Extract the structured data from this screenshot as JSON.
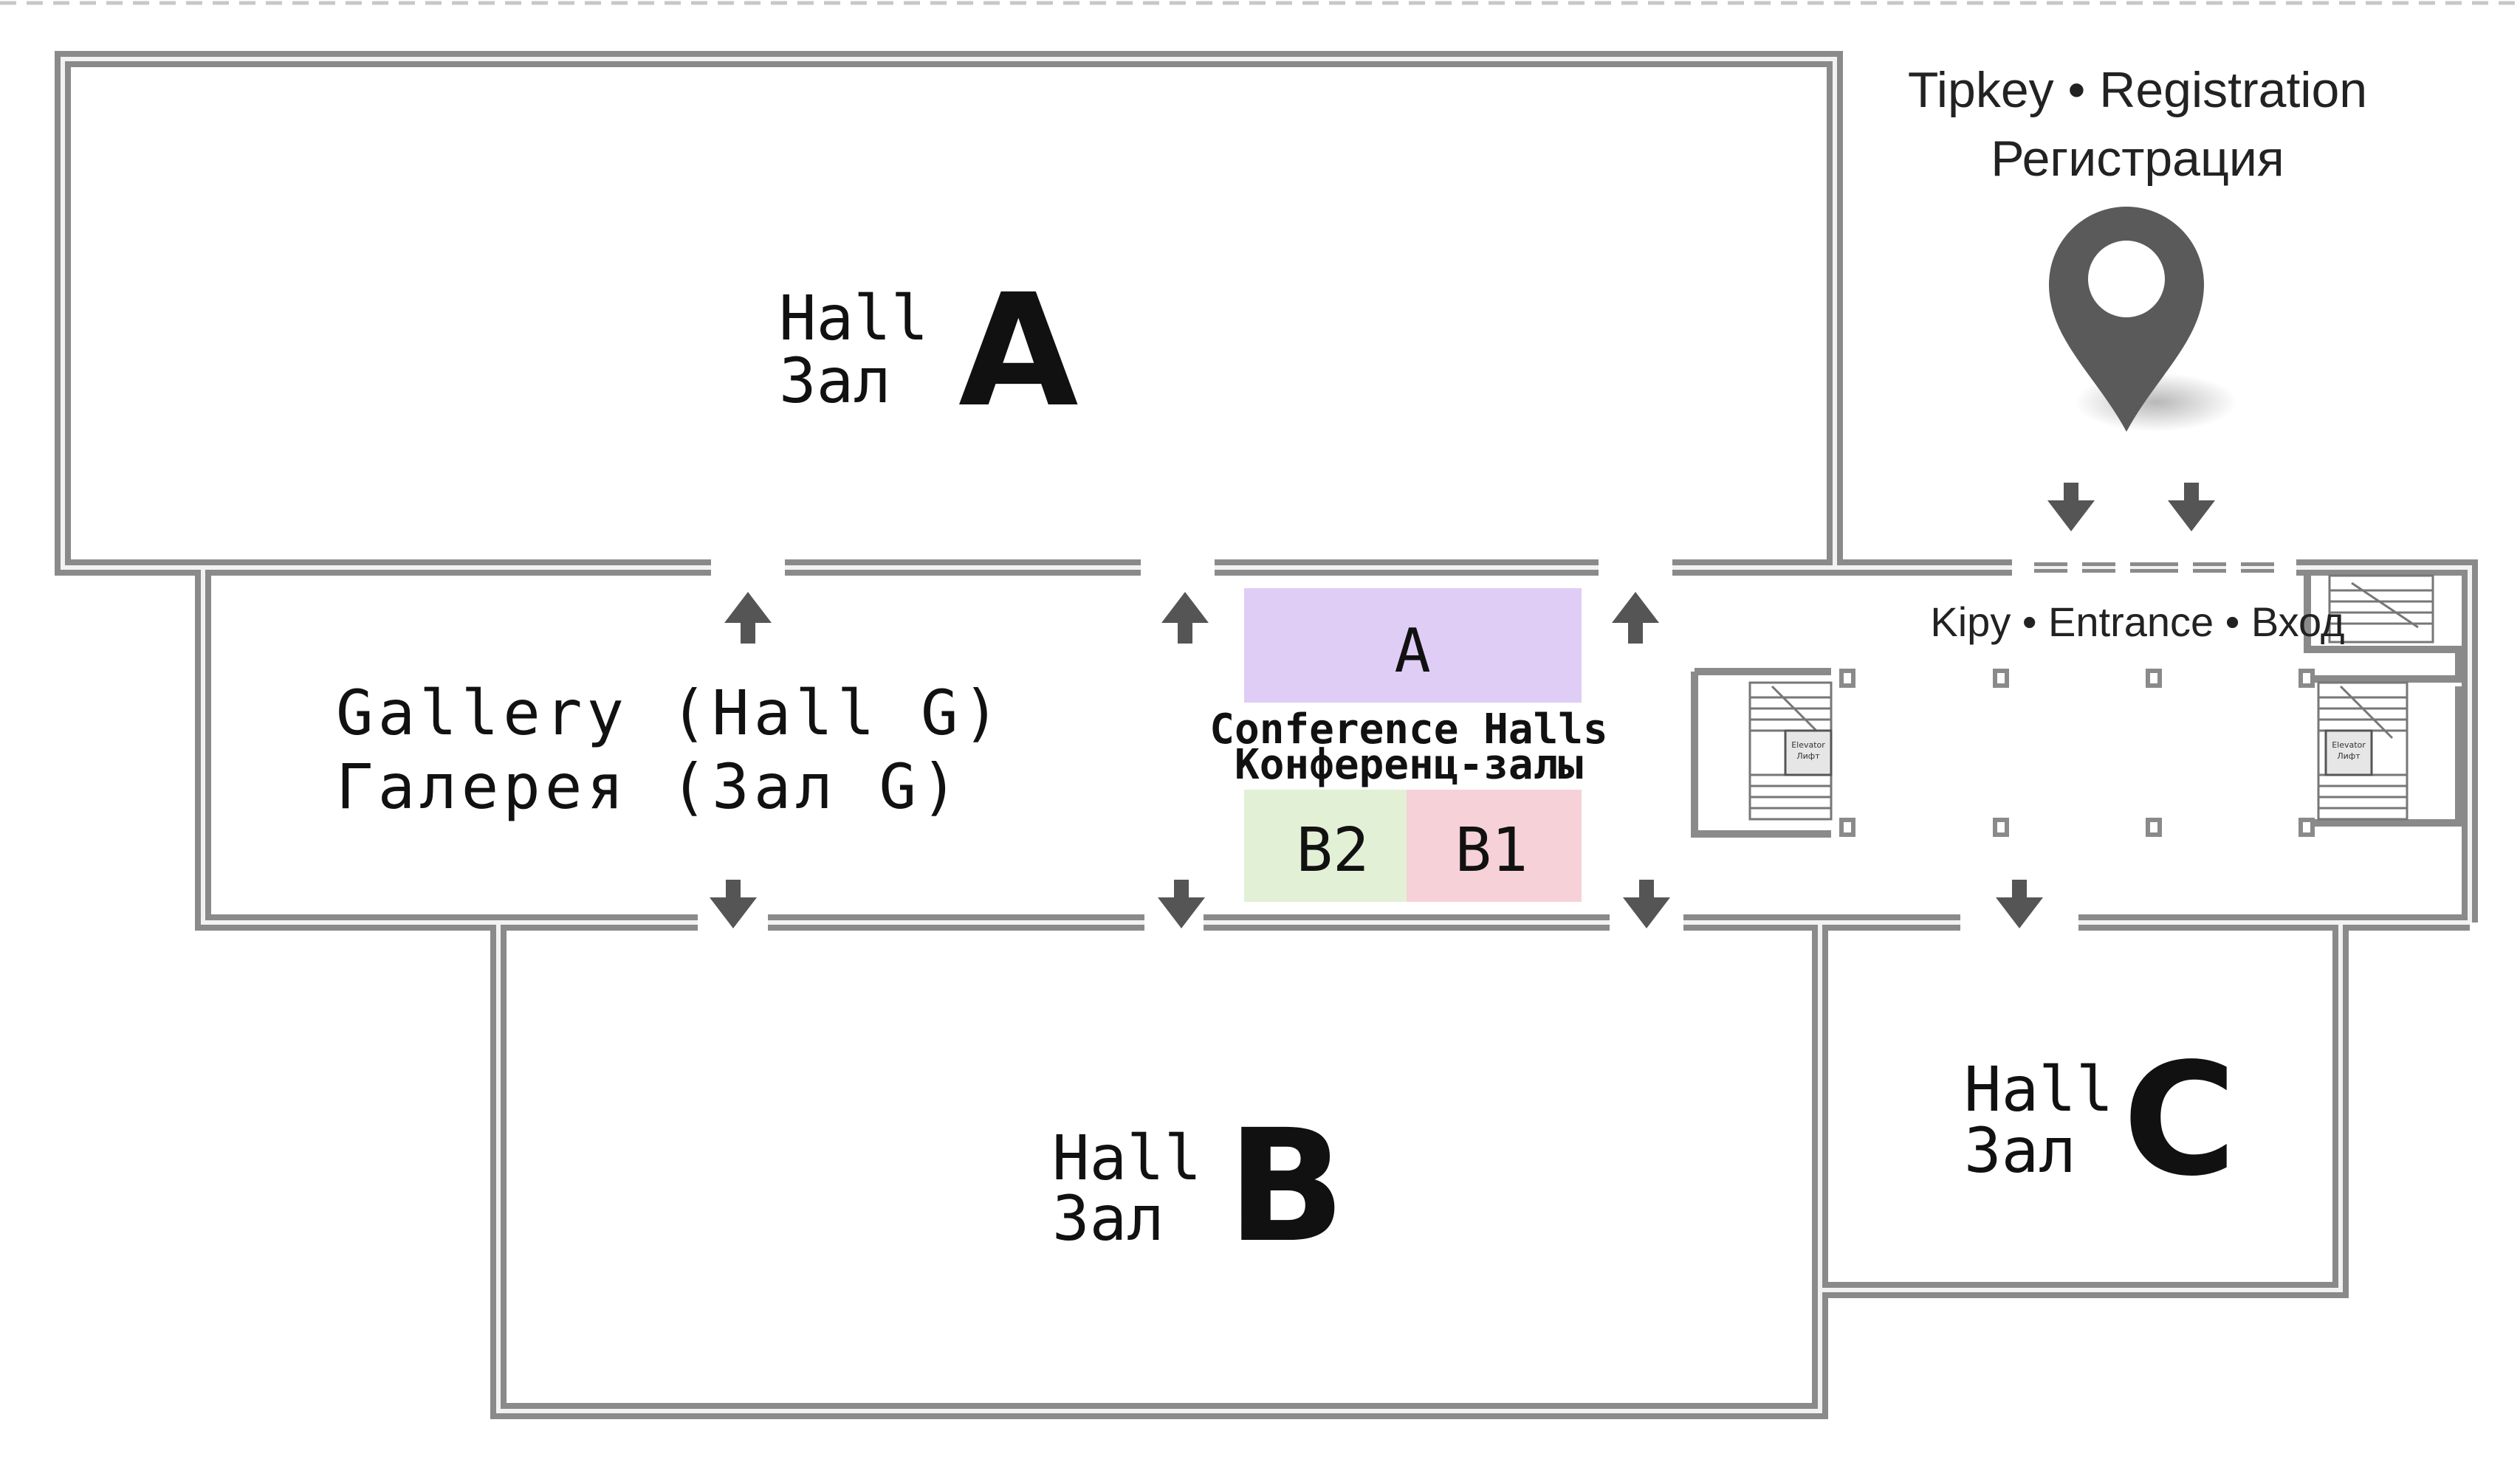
{
  "halls": {
    "a": {
      "word_en": "Hall",
      "word_ru": "Зал",
      "letter": "A"
    },
    "b": {
      "word_en": "Hall",
      "word_ru": "Зал",
      "letter": "B"
    },
    "c": {
      "word_en": "Hall",
      "word_ru": "Зал",
      "letter": "C"
    }
  },
  "gallery": {
    "line_en": "Gallery (Hall G)",
    "line_ru": "Галерея (Зал G)"
  },
  "conference": {
    "label_en": "Conference Halls",
    "label_ru": "Конференц-залы",
    "room_a": {
      "label": "A",
      "color": "#dfcdf6"
    },
    "room_b2": {
      "label": "B2",
      "color": "#e2f0d6"
    },
    "room_b1": {
      "label": "B1",
      "color": "#f7d1d8"
    }
  },
  "registration": {
    "line1": "Tipkey • Registration",
    "line2": "Регистрация"
  },
  "entrance": {
    "label": "Kipy • Entrance • Вход"
  },
  "elevator": {
    "line1": "Elevator",
    "line2": "Лифт"
  },
  "colors": {
    "wall": "#8a8a8a",
    "wall_fill": "#d9d9d9",
    "arrow": "#555555",
    "pin": "#5a5a5a"
  }
}
